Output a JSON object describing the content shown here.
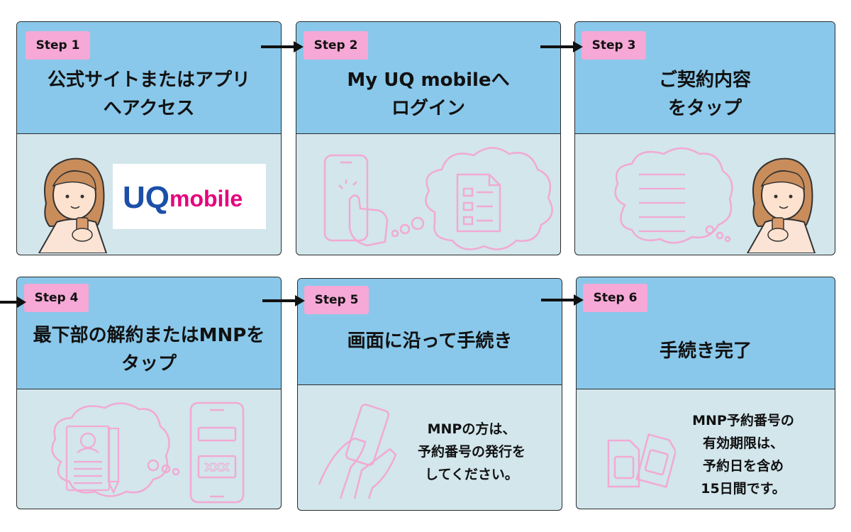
{
  "colors": {
    "header": "#89c8ea",
    "body": "#d2e6ec",
    "badge": "#f6a8d6",
    "line": "#f2a9d3",
    "brand": "#1b4fa8",
    "brand_accent": "#e6007e"
  },
  "steps": [
    {
      "badge": "Step 1",
      "title": "公式サイトまたはアプリ\nへアクセス"
    },
    {
      "badge": "Step 2",
      "title": "My UQ mobileへ\nログイン"
    },
    {
      "badge": "Step 3",
      "title": "ご契約内容\nをタップ"
    },
    {
      "badge": "Step 4",
      "title": "最下部の解約またはMNPを\nタップ"
    },
    {
      "badge": "Step 5",
      "title": "画面に沿って手続き"
    },
    {
      "badge": "Step 6",
      "title": "手続き完了"
    }
  ],
  "logo": {
    "uq": "UQ",
    "mobile": "mobile"
  },
  "step4_screen_text": "XXX",
  "step5_note": "MNPの方は、\n予約番号の発行を\nしてください。",
  "step6_note": "MNP予約番号の\n有効期限は、\n予約日を含め\n15日間です。",
  "icons": [
    "woman-with-phone-icon",
    "phone-tap-icon",
    "thought-cloud-icon",
    "checklist-icon",
    "numbered-list-icon",
    "document-profile-icon",
    "pencil-icon",
    "hands-phone-icon",
    "sim-card-icon"
  ]
}
